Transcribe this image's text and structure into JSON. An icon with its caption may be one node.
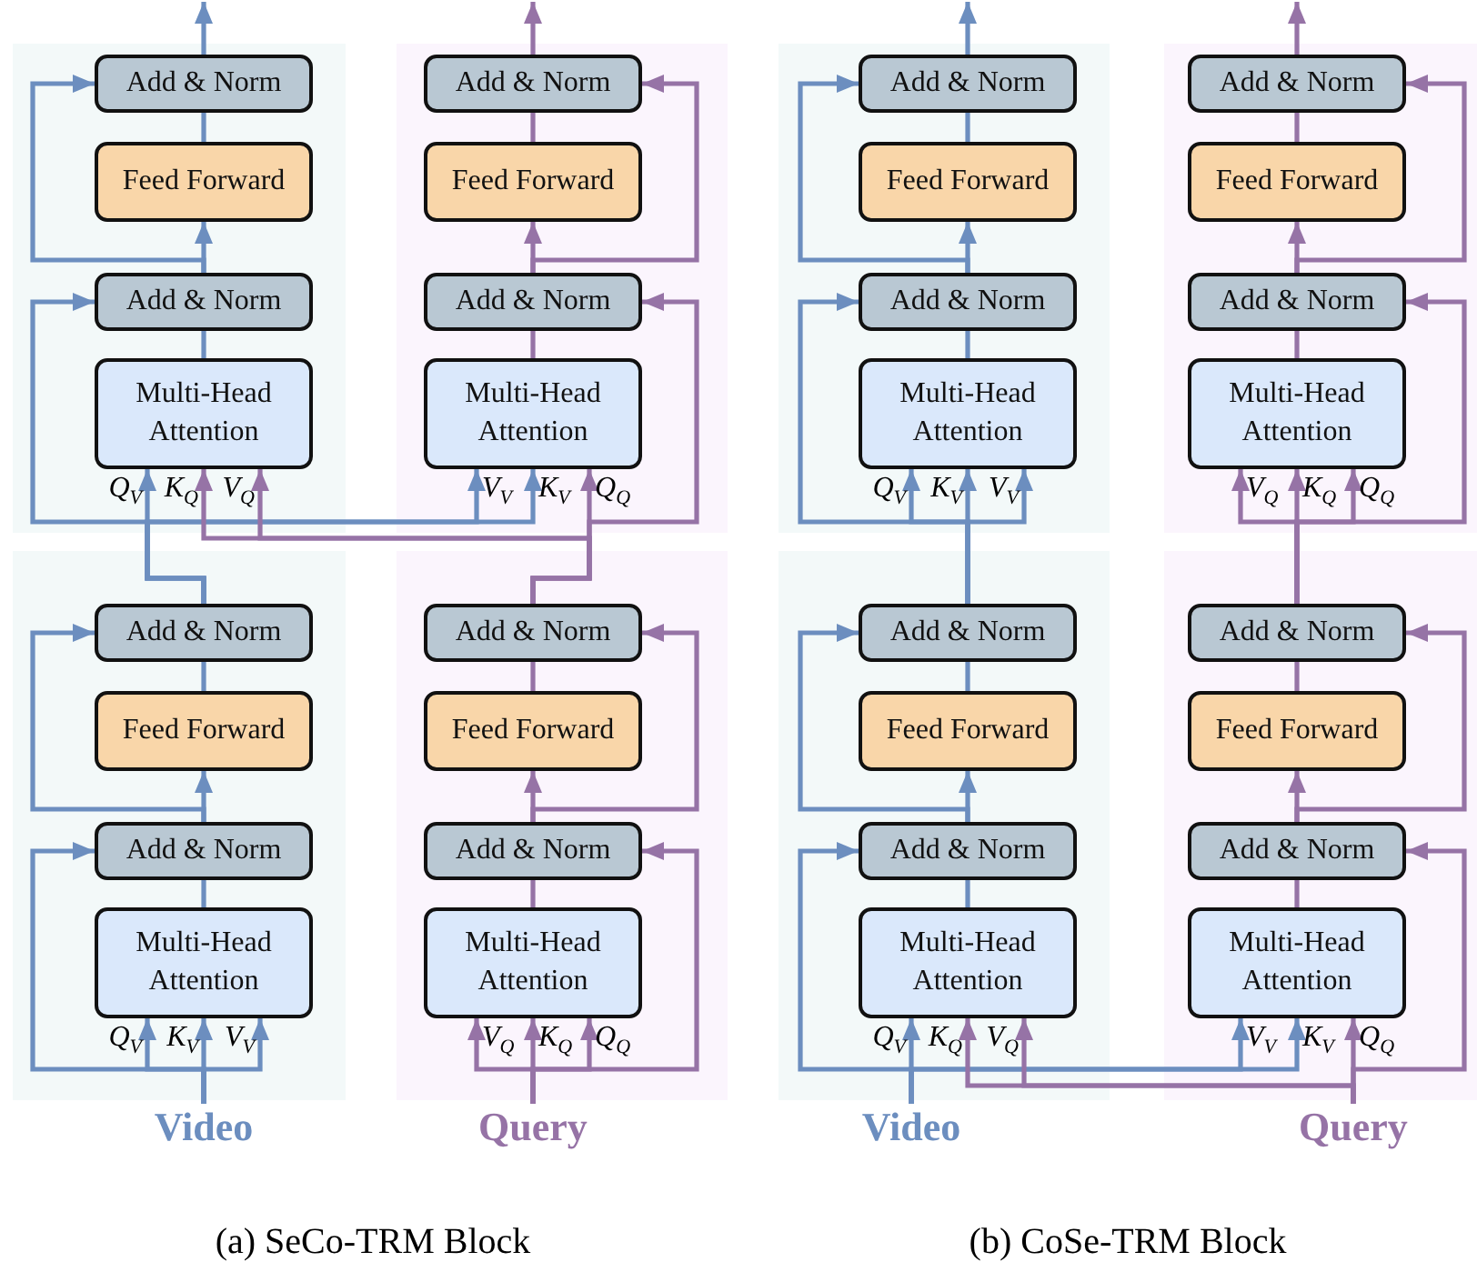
{
  "diagram": {
    "nodes": [
      {
        "text": [
          "Add & Norm"
        ]
      },
      {
        "text": [
          "Feed Forward"
        ]
      },
      {
        "text": [
          "Add & Norm"
        ]
      },
      {
        "text": [
          "Multi-Head Attention"
        ]
      },
      {
        "text": [
          "Add & Norm"
        ]
      },
      {
        "text": [
          "Feed Forward"
        ]
      },
      {
        "text": [
          "Add & Norm"
        ]
      },
      {
        "text": [
          "Multi-Head Attention"
        ]
      },
      {
        "text": [
          "Add & Norm"
        ]
      },
      {
        "text": [
          "Feed Forward"
        ]
      },
      {
        "text": [
          "Add & Norm"
        ]
      },
      {
        "text": [
          "Multi-Head Attention"
        ]
      },
      {
        "text": [
          "Add & Norm"
        ]
      },
      {
        "text": [
          "Feed Forward"
        ]
      },
      {
        "text": [
          "Add & Norm"
        ]
      },
      {
        "text": [
          "Multi-Head Attention"
        ]
      },
      {
        "text": [
          "Add & Norm"
        ]
      },
      {
        "text": [
          "Feed Forward"
        ]
      },
      {
        "text": [
          "Add & Norm"
        ]
      },
      {
        "text": [
          "Multi-Head Attention"
        ]
      },
      {
        "text": [
          "Add & Norm"
        ]
      },
      {
        "text": [
          "Feed Forward"
        ]
      },
      {
        "text": [
          "Add & Norm"
        ]
      },
      {
        "text": [
          "Multi-Head Attention"
        ]
      },
      {
        "text": [
          "Add & Norm"
        ]
      },
      {
        "text": [
          "Feed Forward"
        ]
      },
      {
        "text": [
          "Add & Norm"
        ]
      },
      {
        "text": [
          "Multi-Head Attention"
        ]
      },
      {
        "text": [
          "Add & Norm"
        ]
      },
      {
        "text": [
          "Feed Forward"
        ]
      },
      {
        "text": [
          "Add & Norm"
        ]
      },
      {
        "text": [
          "Multi-Head Attention"
        ]
      },
      {
        "text": [
          "Video"
        ]
      },
      {
        "text": [
          "Query"
        ]
      },
      {
        "text": [
          "Video"
        ]
      },
      {
        "text": [
          "Query"
        ]
      }
    ],
    "edges": [
      {
        "from": 3,
        "to": 2,
        "arrow": "none"
      },
      {
        "from": 2,
        "to": 1,
        "arrow": "to"
      },
      {
        "from": 1,
        "to": 0,
        "arrow": "none"
      },
      {
        "from": 2,
        "to": 0,
        "arrow": "to"
      },
      {
        "from": 0,
        "to": null,
        "arrow": "to"
      },
      {
        "from": 7,
        "to": 6,
        "arrow": "none",
        "color": "#9673a6"
      },
      {
        "from": 6,
        "to": 5,
        "arrow": "to",
        "color": "#9673a6"
      },
      {
        "from": 5,
        "to": 4,
        "arrow": "none",
        "color": "#9673a6"
      },
      {
        "from": 6,
        "to": 4,
        "arrow": "to",
        "color": "#9673a6"
      },
      {
        "from": 4,
        "to": null,
        "arrow": "to",
        "color": "#9673a6"
      },
      {
        "from": 11,
        "to": 10,
        "arrow": "none"
      },
      {
        "from": 10,
        "to": 9,
        "arrow": "to"
      },
      {
        "from": 9,
        "to": 8,
        "arrow": "none"
      },
      {
        "from": 10,
        "to": 8,
        "arrow": "to"
      },
      {
        "from": 8,
        "to": null,
        "arrow": "to"
      },
      {
        "from": 15,
        "to": 14,
        "arrow": "none",
        "color": "#9673a6"
      },
      {
        "from": 14,
        "to": 13,
        "arrow": "to",
        "color": "#9673a6"
      },
      {
        "from": 13,
        "to": 12,
        "arrow": "none",
        "color": "#9673a6"
      },
      {
        "from": 14,
        "to": 12,
        "arrow": "to",
        "color": "#9673a6"
      },
      {
        "from": 12,
        "to": null,
        "arrow": "to",
        "color": "#9673a6"
      },
      {
        "from": 19,
        "to": 18,
        "arrow": "none"
      },
      {
        "from": 18,
        "to": 17,
        "arrow": "to"
      },
      {
        "from": 17,
        "to": 16,
        "arrow": "none"
      },
      {
        "from": 18,
        "to": 16,
        "arrow": "to"
      },
      {
        "from": 23,
        "to": 22,
        "arrow": "none",
        "color": "#9673a6"
      },
      {
        "from": 22,
        "to": 21,
        "arrow": "to",
        "color": "#9673a6"
      },
      {
        "from": 21,
        "to": 20,
        "arrow": "none",
        "color": "#9673a6"
      },
      {
        "from": 22,
        "to": 20,
        "arrow": "to",
        "color": "#9673a6"
      },
      {
        "from": 27,
        "to": 26,
        "arrow": "none"
      },
      {
        "from": 26,
        "to": 25,
        "arrow": "to"
      },
      {
        "from": 25,
        "to": 24,
        "arrow": "none"
      },
      {
        "from": 26,
        "to": 24,
        "arrow": "to"
      },
      {
        "from": 31,
        "to": 30,
        "arrow": "none",
        "color": "#9673a6"
      },
      {
        "from": 30,
        "to": 29,
        "arrow": "to",
        "color": "#9673a6"
      },
      {
        "from": 29,
        "to": 28,
        "arrow": "none",
        "color": "#9673a6"
      },
      {
        "from": 30,
        "to": 28,
        "arrow": "to",
        "color": "#9673a6"
      },
      {
        "from": 32,
        "to": 19,
        "arrow": "to"
      },
      {
        "from": 32,
        "to": 19,
        "arrow": "to"
      },
      {
        "from": 32,
        "to": 19,
        "arrow": "to"
      },
      {
        "from": 32,
        "to": 18,
        "arrow": "to"
      },
      {
        "from": 33,
        "to": 23,
        "arrow": "to",
        "color": "#9673a6"
      },
      {
        "from": 33,
        "to": 23,
        "arrow": "to",
        "color": "#9673a6"
      },
      {
        "from": 33,
        "to": 23,
        "arrow": "to",
        "color": "#9673a6"
      },
      {
        "from": 33,
        "to": 22,
        "arrow": "to",
        "color": "#9673a6"
      },
      {
        "from": 16,
        "to": 3,
        "arrow": "to"
      },
      {
        "from": 16,
        "to": 2,
        "arrow": "to"
      },
      {
        "from": 16,
        "to": 7,
        "arrow": "to"
      },
      {
        "from": 16,
        "to": 7,
        "arrow": "to"
      },
      {
        "from": 20,
        "to": 7,
        "arrow": "to",
        "color": "#9673a6"
      },
      {
        "from": 20,
        "to": 6,
        "arrow": "to",
        "color": "#9673a6"
      },
      {
        "from": 20,
        "to": 3,
        "arrow": "to",
        "color": "#9673a6"
      },
      {
        "from": 20,
        "to": 3,
        "arrow": "to",
        "color": "#9673a6"
      },
      {
        "from": 34,
        "to": 27,
        "arrow": "to"
      },
      {
        "from": 34,
        "to": 26,
        "arrow": "to"
      },
      {
        "from": 34,
        "to": 31,
        "arrow": "to"
      },
      {
        "from": 34,
        "to": 31,
        "arrow": "to"
      },
      {
        "from": 35,
        "to": 31,
        "arrow": "to",
        "color": "#9673a6"
      },
      {
        "from": 35,
        "to": 30,
        "arrow": "to",
        "color": "#9673a6"
      },
      {
        "from": 35,
        "to": 27,
        "arrow": "to",
        "color": "#9673a6"
      },
      {
        "from": 35,
        "to": 27,
        "arrow": "to",
        "color": "#9673a6"
      },
      {
        "from": 24,
        "to": 11,
        "arrow": "to"
      },
      {
        "from": 24,
        "to": 11,
        "arrow": "to"
      },
      {
        "from": 24,
        "to": 11,
        "arrow": "to"
      },
      {
        "from": 24,
        "to": 10,
        "arrow": "to"
      },
      {
        "from": 28,
        "to": 15,
        "arrow": "to",
        "color": "#9673a6"
      },
      {
        "from": 28,
        "to": 15,
        "arrow": "to",
        "color": "#9673a6"
      },
      {
        "from": 28,
        "to": 15,
        "arrow": "to",
        "color": "#9673a6"
      },
      {
        "from": 28,
        "to": 14,
        "arrow": "to",
        "color": "#9673a6"
      }
    ],
    "labels": [
      "Q$_{V}$",
      "K$_{Q}$",
      "V$_{Q}$",
      "V$_{V}$",
      "K$_{V}$",
      "Q$_{Q}$",
      "Q$_{V}$",
      "K$_{V}$",
      "V$_{V}$",
      "V$_{Q}$",
      "K$_{Q}$",
      "Q$_{Q}$",
      "Q$_{V}$",
      "K$_{V}$",
      "V$_{V}$",
      "V$_{Q}$",
      "K$_{Q}$",
      "Q$_{Q}$",
      "Q$_{V}$",
      "K$_{Q}$",
      "V$_{Q}$",
      "V$_{V}$",
      "K$_{V}$",
      "Q$_{Q}$",
      "(a) SeCo-TRM Block",
      "(b) CoSe-TRM Block"
    ]
  }
}
